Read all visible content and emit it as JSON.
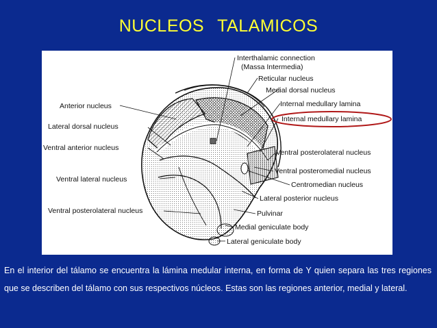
{
  "slide": {
    "title": "NUCLEOS   TALAMICOS"
  },
  "diagram": {
    "labels": {
      "interthalamic": "Interthalamic connection",
      "massa": "(Massa Intermedia)",
      "reticular": "Reticular nucleus",
      "medial_dorsal": "Medial dorsal nucleus",
      "internal_lamina_1": "Internal medullary lamina",
      "internal_lamina_2": "Internal medullary lamina",
      "anterior": "Anterior nucleus",
      "lateral_dorsal": "Lateral dorsal nucleus",
      "ventral_anterior": "Ventral anterior nucleus",
      "ventral_lateral": "Ventral lateral nucleus",
      "ventral_posterolateral_left": "Ventral posterolateral nucleus",
      "ventral_posterolateral_right": "Ventral posterolateral nucleus",
      "ventral_posteromedial": "Ventral posteromedial nucleus",
      "centromedian": "Centromedian nucleus",
      "lateral_posterior": "Lateral posterior nucleus",
      "pulvinar": "Pulvinar",
      "medial_geniculate": "Medial geniculate body",
      "lateral_geniculate": "Lateral geniculate body"
    },
    "highlight_color": "#b01818"
  },
  "caption": {
    "text": "En el interior del tálamo se encuentra la lámina medular interna, en forma de Y quien separa las tres regiones que se describen del tálamo con sus respectivos núcleos. Estas son las regiones anterior, medial y lateral."
  }
}
